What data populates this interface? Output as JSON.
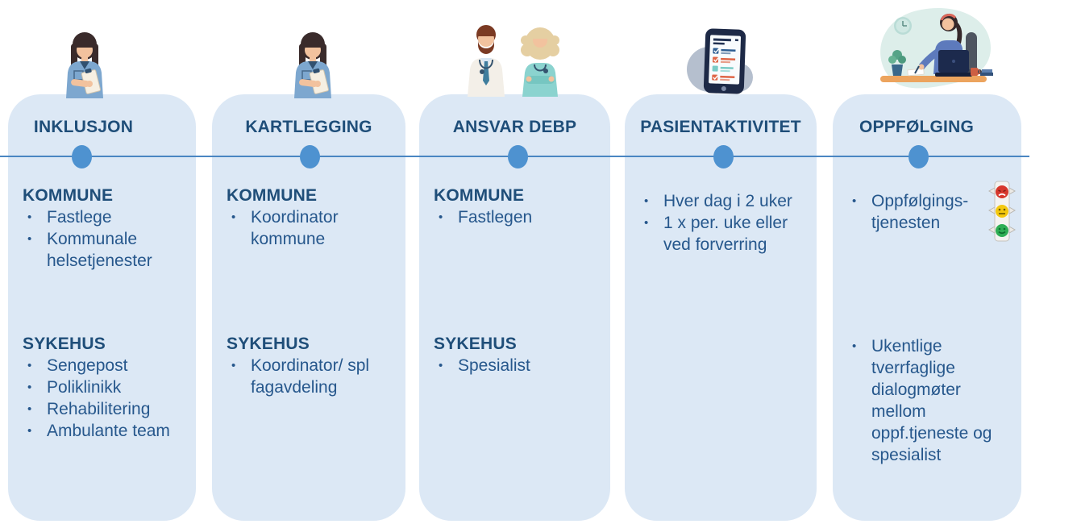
{
  "glyphs": {
    "bullet": "•"
  },
  "colors": {
    "card_bg": "#dce8f5",
    "timeline_line": "#4a86c2",
    "timeline_dot": "#4e92d0",
    "title_text": "#1f4e79",
    "body_text": "#26578c",
    "traffic_red": "#d7372b",
    "traffic_yellow": "#f4c80e",
    "traffic_green": "#2fae54"
  },
  "columns": [
    {
      "title": "INKLUSJON",
      "illustration": "nurse-with-clipboard",
      "sections": [
        {
          "header": "KOMMUNE",
          "items": [
            "Fastlege",
            "Kommunale helsetjenester"
          ]
        },
        {
          "header": "SYKEHUS",
          "items": [
            "Sengepost",
            "Poliklinikk",
            "Rehabilitering",
            "Ambulante team"
          ]
        }
      ]
    },
    {
      "title": "KARTLEGGING",
      "illustration": "nurse-with-clipboard",
      "sections": [
        {
          "header": "KOMMUNE",
          "items": [
            "Koordinator kommune"
          ]
        },
        {
          "header": "SYKEHUS",
          "items": [
            "Koordinator/ spl fagavdeling"
          ]
        }
      ]
    },
    {
      "title": "ANSVAR DEBP",
      "illustration": "doctor-and-nurse",
      "sections": [
        {
          "header": "KOMMUNE",
          "items": [
            "Fastlegen"
          ]
        },
        {
          "header": "SYKEHUS",
          "items": [
            "Spesialist"
          ]
        }
      ]
    },
    {
      "title": "PASIENTAKTIVITET",
      "illustration": "tablet-with-checklist",
      "sections": [
        {
          "items": [
            "Hver dag i 2 uker",
            "1 x per. uke eller ved forverring"
          ]
        }
      ]
    },
    {
      "title": "OPPFØLGING",
      "illustration": "woman-working-at-desk",
      "sections": [
        {
          "items": [
            "Oppfølgings-tjenesten"
          ],
          "icon": "traffic-light-smiley-icon"
        },
        {
          "items": [
            "Ukentlige tverrfaglige dialogmøter mellom oppf.tjeneste og spesialist"
          ]
        }
      ]
    }
  ]
}
